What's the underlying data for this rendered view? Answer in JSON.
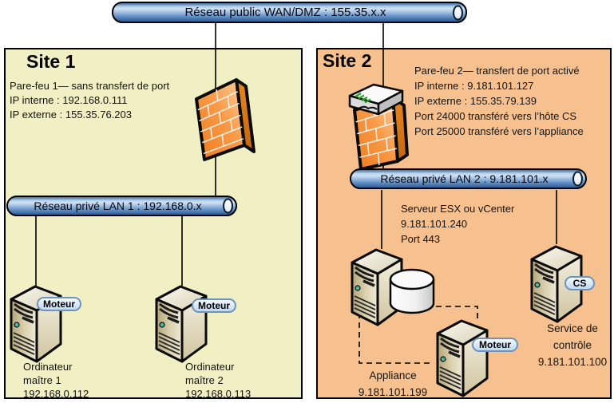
{
  "wan": {
    "label": "Réseau public WAN/DMZ : 155.35.x.x"
  },
  "site1": {
    "title": "Site 1",
    "firewall_info": [
      "Pare-feu 1— sans transfert de port",
      "IP interne : 192.168.0.111",
      "IP externe : 155.35.76.203"
    ],
    "lan_label": "Réseau privé LAN 1 : 192.168.0.x",
    "servers": [
      {
        "badge": "Moteur",
        "label_lines": [
          "Ordinateur",
          "maître 1",
          "192.168.0.112"
        ]
      },
      {
        "badge": "Moteur",
        "label_lines": [
          "Ordinateur",
          "maître 2",
          "192.168.0.113"
        ]
      }
    ]
  },
  "site2": {
    "title": "Site 2",
    "firewall_info": [
      "Pare-feu 2— transfert de port activé",
      "IP interne : 9.181.101.127",
      "IP externe : 155.35.79.139",
      "Port 24000 transféré vers l’hôte CS",
      "Port 25000 transféré vers l’appliance"
    ],
    "lan_label": "Réseau privé LAN 2 : 9.181.101.x",
    "esx": {
      "label_lines": [
        "Serveur ESX ou vCenter",
        "9.181.101.240",
        "Port 443"
      ]
    },
    "appliance": {
      "badge": "Moteur",
      "label_lines": [
        "Appliance",
        "9.181.101.199"
      ]
    },
    "cs": {
      "badge": "CS",
      "label_lines": [
        "Service de",
        "contrôle",
        "9.181.101.100"
      ]
    }
  },
  "icons": {
    "firewall": "brick-wall",
    "router": "switch-device-on-firewall-2",
    "server": "tower-server",
    "database": "white-cylinder",
    "network": "blue-pipe-cylinder"
  },
  "colors": {
    "site1_bg": "#F1EFC4",
    "site2_bg": "#F6C18E",
    "pipe_blue": "#84A9D6",
    "firewall_orange": "#F4913B",
    "server_beige": "#D8CCA4",
    "badge_fill": "#DDEAF7",
    "badge_border": "#6E93BE",
    "line": "#000000"
  }
}
